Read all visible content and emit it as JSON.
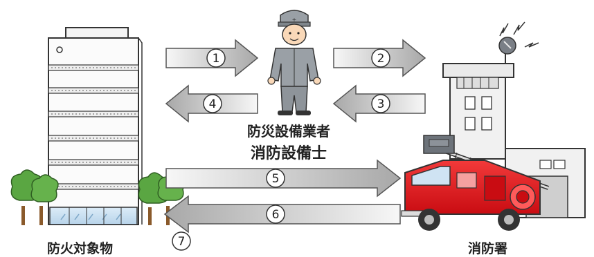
{
  "diagram": {
    "nodes": {
      "building": "防火対象物",
      "contractor_line1": "防災設備業者",
      "contractor_line2": "消防設備士",
      "fire_station": "消防署"
    },
    "steps": [
      "1",
      "2",
      "3",
      "4",
      "5",
      "6",
      "7"
    ]
  },
  "colors": {
    "truck_red": "#e8141c",
    "arrow_gray": "#bdbdbd",
    "uniform_gray": "#9aa0a6",
    "tree_green": "#5aa642",
    "glass_blue": "#cfe3f3"
  }
}
